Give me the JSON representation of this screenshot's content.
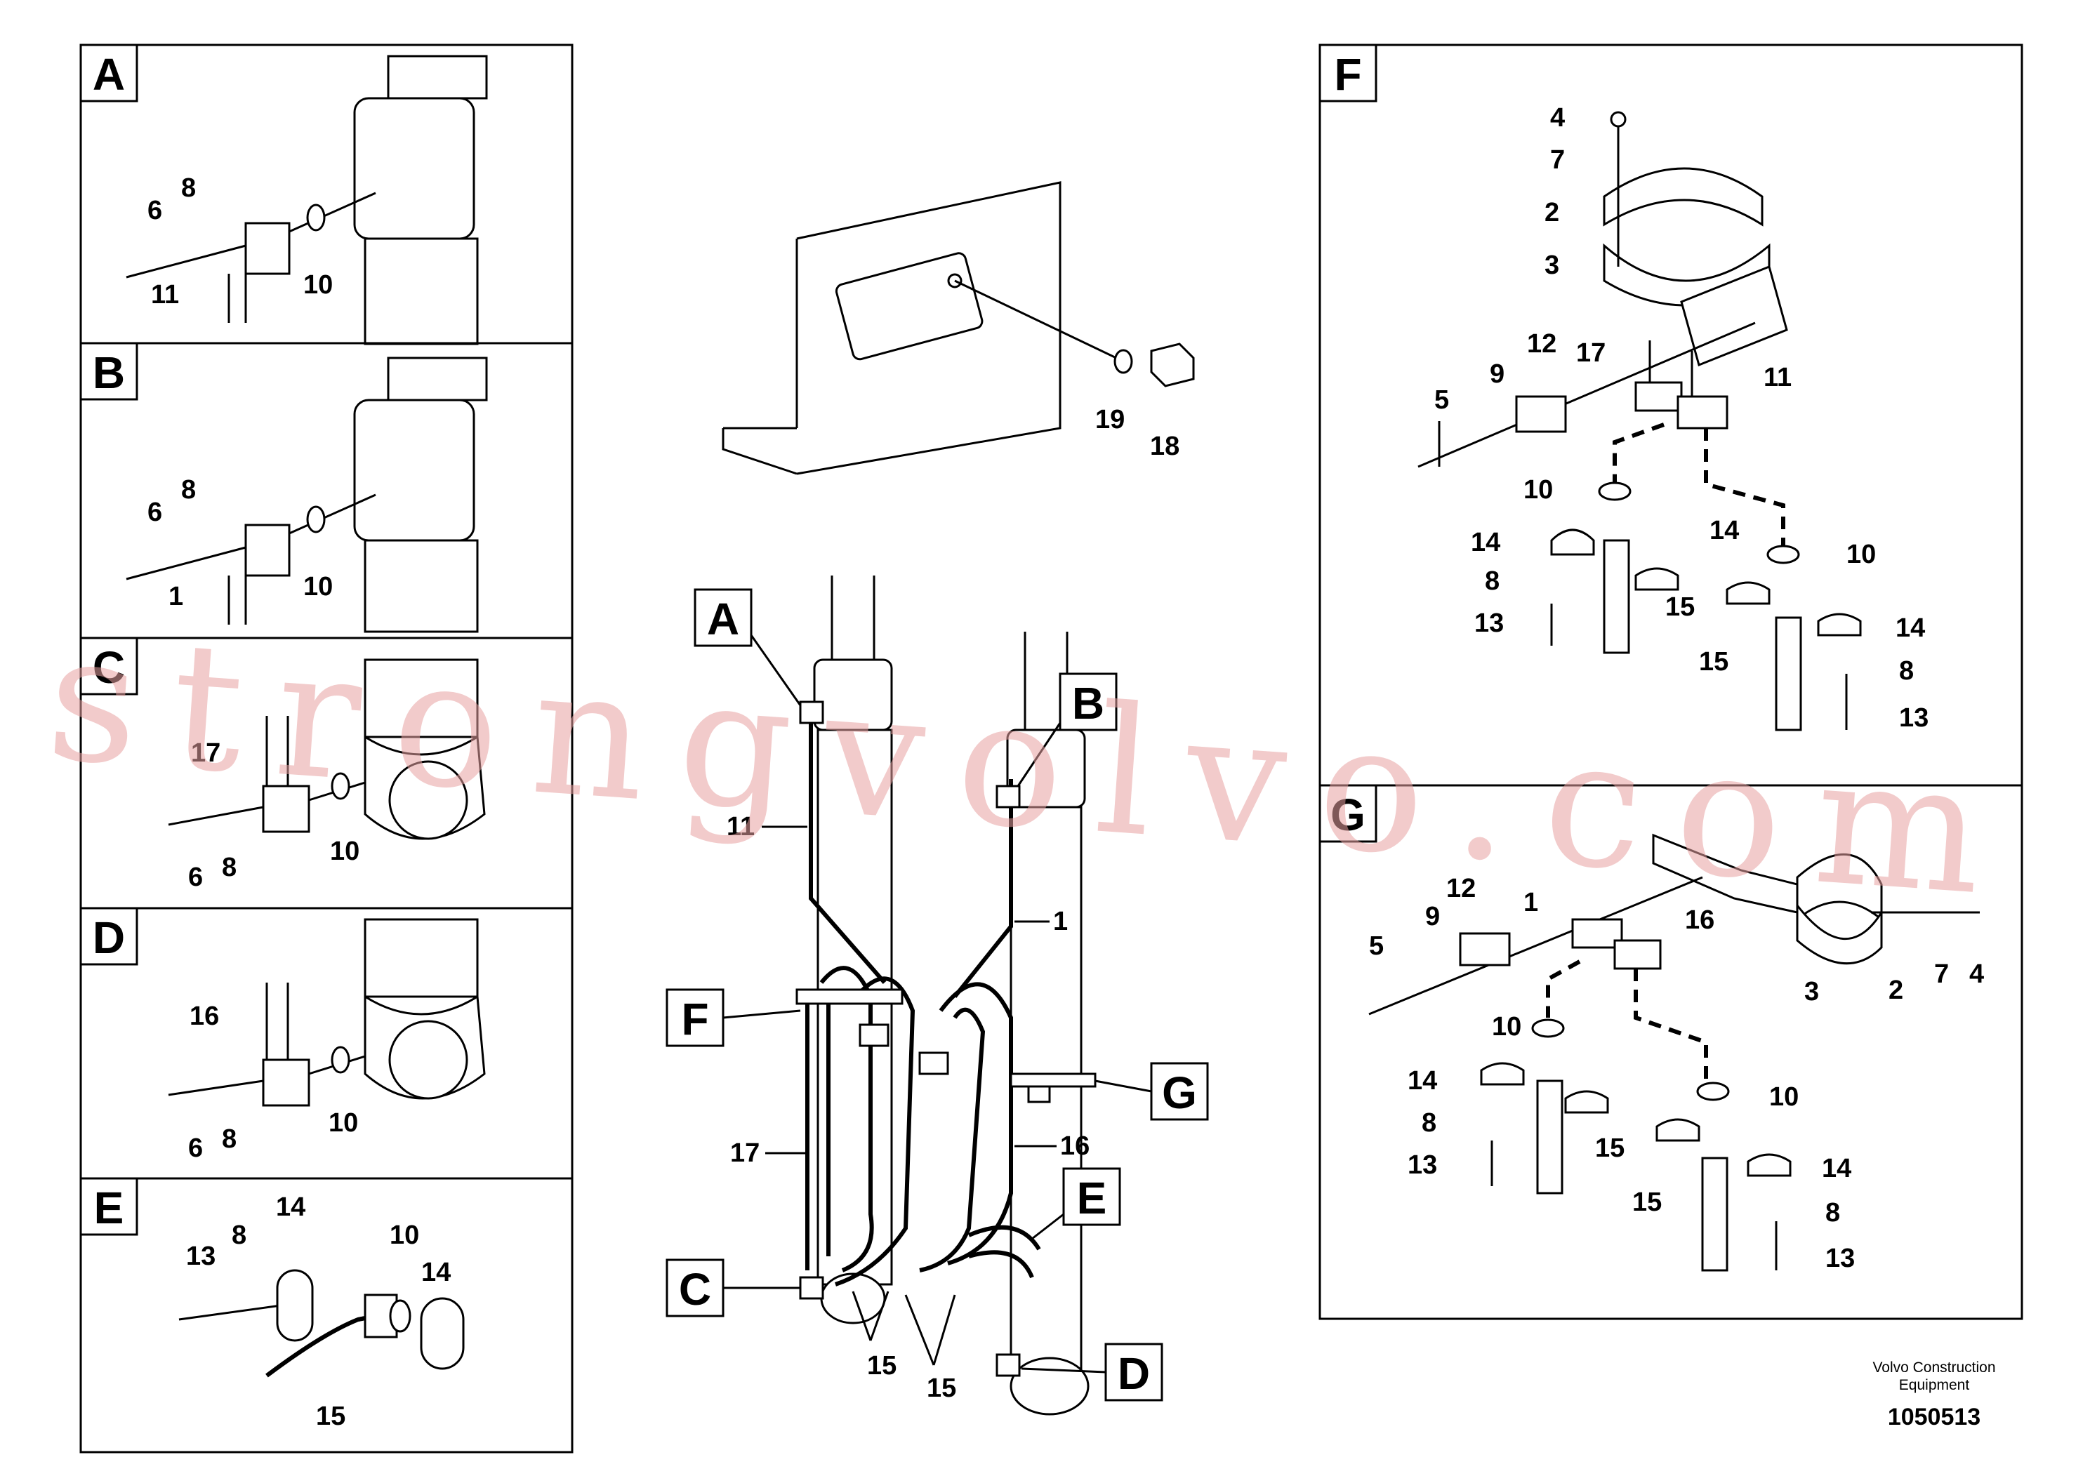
{
  "panels": {
    "A": {
      "letter": "A",
      "labels": [
        "6",
        "8",
        "11",
        "10"
      ]
    },
    "B": {
      "letter": "B",
      "labels": [
        "6",
        "8",
        "1",
        "10"
      ]
    },
    "C": {
      "letter": "C",
      "labels": [
        "17",
        "6",
        "8",
        "10"
      ]
    },
    "D": {
      "letter": "D",
      "labels": [
        "16",
        "6",
        "8",
        "10"
      ]
    },
    "E": {
      "letter": "E",
      "labels": [
        "13",
        "8",
        "14",
        "10",
        "14",
        "15"
      ]
    },
    "F": {
      "letter": "F",
      "labels": [
        "4",
        "7",
        "2",
        "3",
        "12",
        "17",
        "11",
        "5",
        "9",
        "10",
        "14",
        "10",
        "8",
        "13",
        "15",
        "14",
        "14",
        "15",
        "8",
        "13"
      ]
    },
    "G": {
      "letter": "G",
      "labels": [
        "12",
        "1",
        "16",
        "5",
        "9",
        "3",
        "2",
        "7",
        "4",
        "10",
        "14",
        "10",
        "8",
        "13",
        "15",
        "15",
        "14",
        "8",
        "13"
      ]
    }
  },
  "top_detail": {
    "labels": [
      "19",
      "18"
    ]
  },
  "main_view": {
    "callouts": [
      "A",
      "B",
      "F",
      "G",
      "E",
      "C",
      "D"
    ],
    "labels": [
      "11",
      "1",
      "17",
      "16",
      "15",
      "15"
    ]
  },
  "watermark": "strongvolvo.com",
  "footer": {
    "company_line1": "Volvo Construction",
    "company_line2": "Equipment",
    "doc_number": "1050513"
  }
}
